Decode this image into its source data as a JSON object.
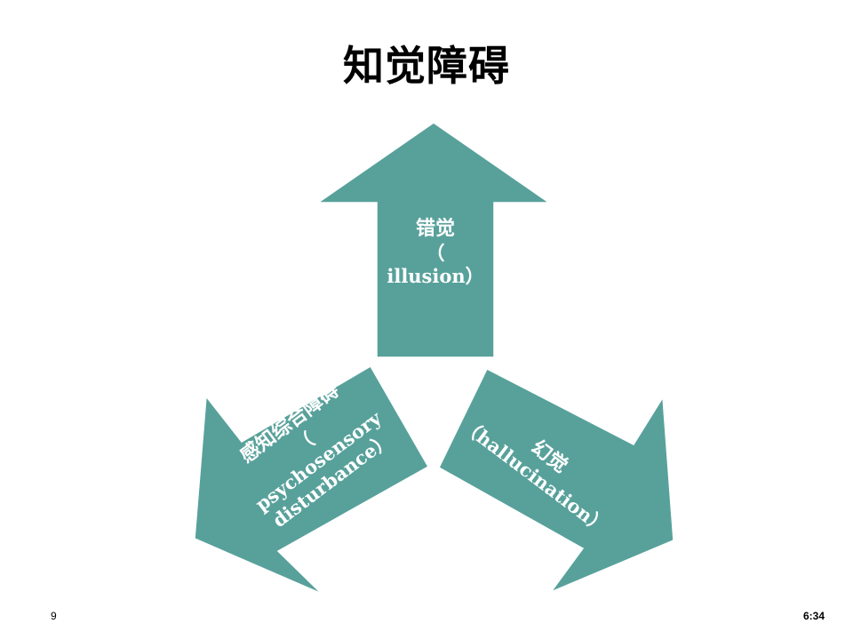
{
  "slide": {
    "title": "知觉障碍",
    "page_number": "9",
    "time": "6:34"
  },
  "diagram": {
    "fill_color": "#58a19b",
    "text_color": "#ffffff",
    "arrows": [
      {
        "direction": "up",
        "label_zh": "错觉",
        "label_paren_open": "（",
        "label_en": "illusion）"
      },
      {
        "direction": "down-left",
        "label_zh": "感知综合障碍",
        "label_paren_open": "（",
        "label_en_1": "psychosensory",
        "label_en_2": "disturbance）"
      },
      {
        "direction": "down-right",
        "label_zh": "幻觉",
        "label_en": "（hallucination）"
      }
    ]
  }
}
